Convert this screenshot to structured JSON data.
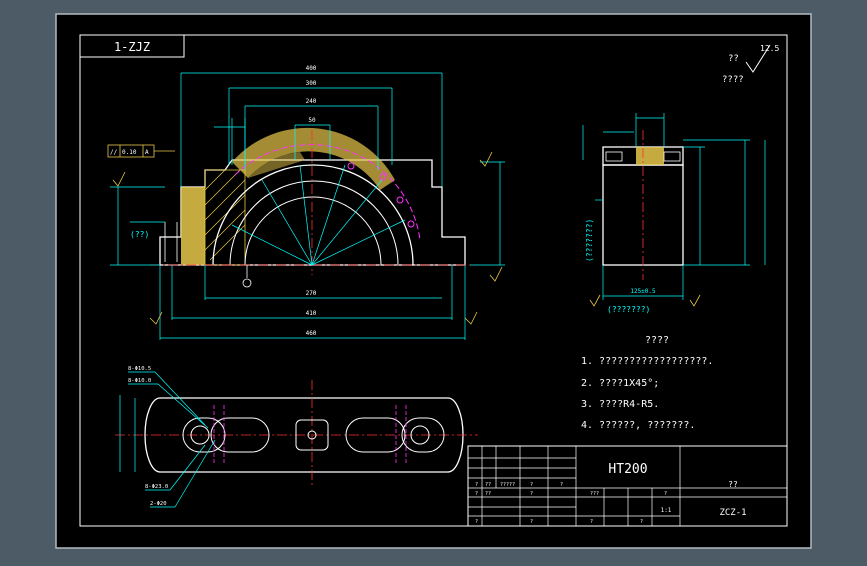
{
  "drawing": {
    "code_box": "1-ZJZ",
    "roughness_mark": "??",
    "roughness_value": "12.5",
    "roughness_note": "????",
    "material": "HT200",
    "drawing_number": "ZCZ-1",
    "title_label": "??",
    "scale": "1:1"
  },
  "requirements": {
    "title": "????",
    "items": [
      "1. ??????????????????.",
      "2. ????1X45°;",
      "3. ????R4-R5.",
      "4. ??????, ???????."
    ]
  },
  "side_view_labels": {
    "left_note": "(???????)",
    "bottom_note": "(???????)",
    "bottom_dim": "125±0.5"
  },
  "front_view_labels": {
    "tolerance_frame": [
      "//",
      "0.10",
      "A"
    ],
    "left_hole_note": "(??)",
    "dims": [
      "400",
      "300",
      "240",
      "50",
      "270",
      "410",
      "460"
    ]
  },
  "plan_view_labels": {
    "callouts": [
      "8-Φ10.5",
      "8-Φ10.0",
      "8-Φ23.0",
      "2-Φ20"
    ]
  },
  "title_block": {
    "row_a": [
      "?",
      "??",
      "?????",
      "?",
      "?"
    ],
    "row_b": [
      "?",
      "??",
      "?",
      "???",
      "?"
    ],
    "row_c": [
      "?",
      "?",
      "?",
      "?"
    ]
  }
}
